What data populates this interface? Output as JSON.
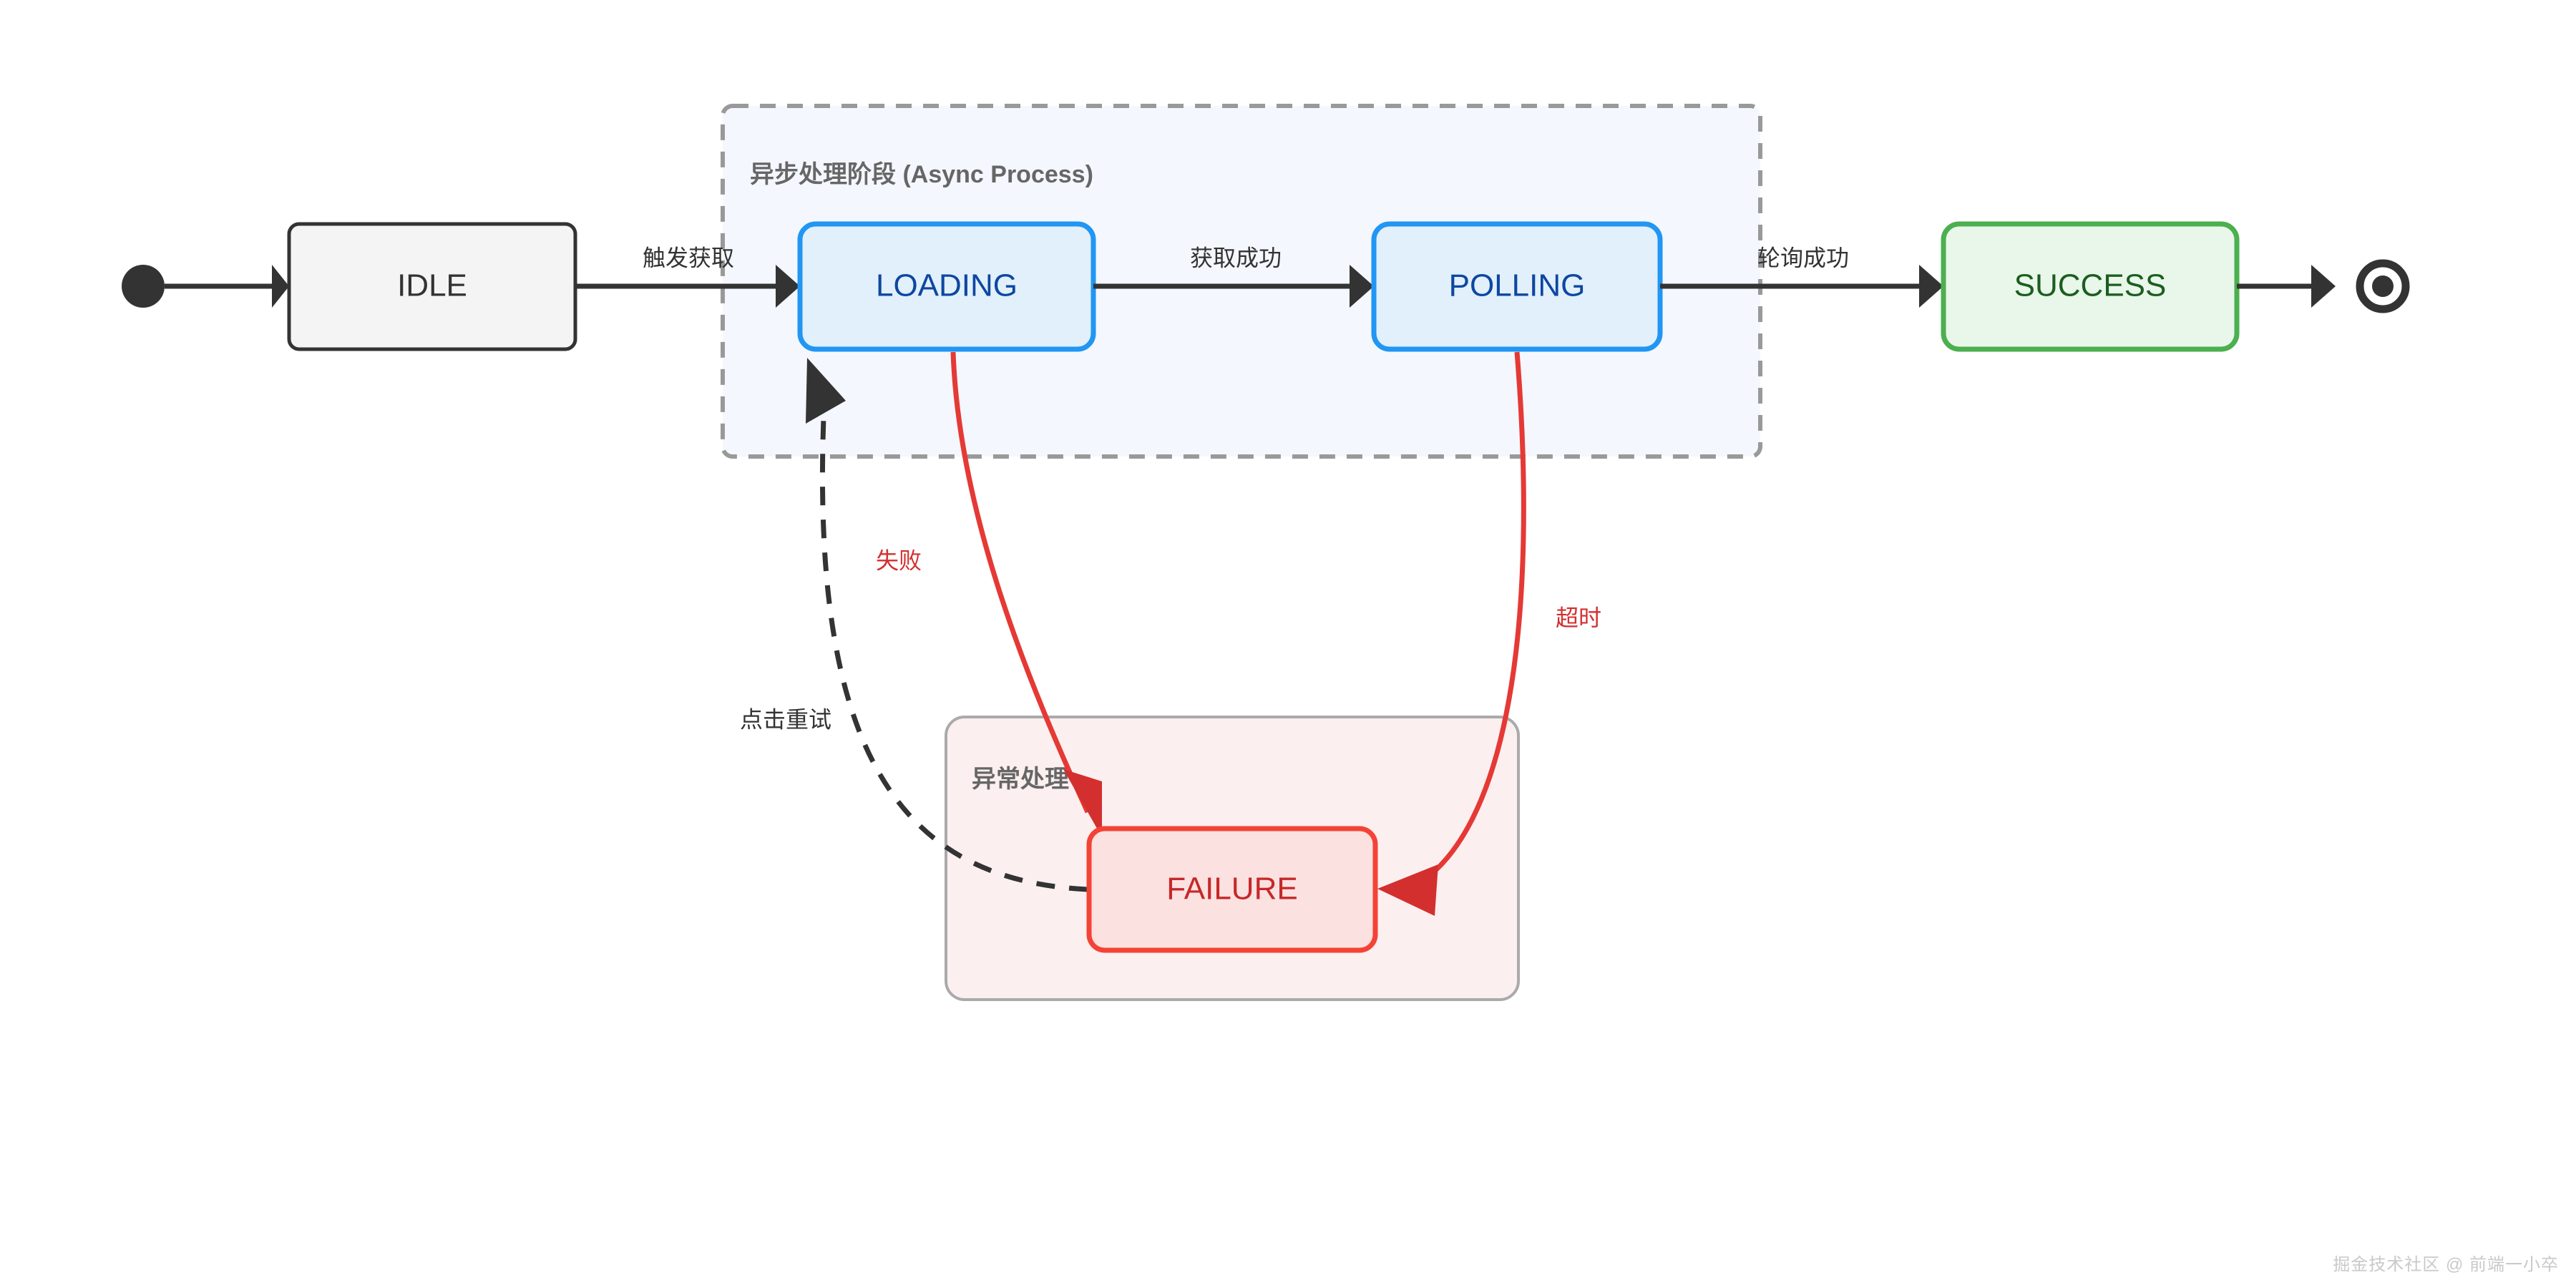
{
  "diagram": {
    "type": "state-machine-flowchart",
    "direction": "left-to-right",
    "background": "#ffffff",
    "watermark": "掘金技术社区 @ 前端一小卒"
  },
  "subgraphs": [
    {
      "id": "async",
      "title": "异步处理阶段 (Async Process)",
      "border_style": "dashed",
      "border_color": "#999999",
      "fill": "#F4F7FD",
      "contains": [
        "LOADING",
        "POLLING"
      ]
    },
    {
      "id": "error",
      "title": "异常处理",
      "border_style": "solid",
      "border_color": "#AAAAAA",
      "fill": "#FCEFEF",
      "contains": [
        "FAILURE"
      ]
    }
  ],
  "markers": {
    "start": "filled-circle",
    "end": "double-circle"
  },
  "nodes": [
    {
      "id": "IDLE",
      "label": "IDLE",
      "fill": "#F4F4F4",
      "stroke": "#333333",
      "text_color": "#333333"
    },
    {
      "id": "LOADING",
      "label": "LOADING",
      "fill": "#E1F0FB",
      "stroke": "#2196F3",
      "text_color": "#0D47A1"
    },
    {
      "id": "POLLING",
      "label": "POLLING",
      "fill": "#E1F0FB",
      "stroke": "#2196F3",
      "text_color": "#0D47A1"
    },
    {
      "id": "SUCCESS",
      "label": "SUCCESS",
      "fill": "#E9F6EA",
      "stroke": "#4CAF50",
      "text_color": "#1B5E20"
    },
    {
      "id": "FAILURE",
      "label": "FAILURE",
      "fill": "#FCE1E1",
      "stroke": "#F44336",
      "text_color": "#C62828"
    }
  ],
  "edges": [
    {
      "id": "start-idle",
      "from": "START",
      "to": "IDLE",
      "label": "",
      "style": "solid",
      "color": "#333333"
    },
    {
      "id": "idle-loading",
      "from": "IDLE",
      "to": "LOADING",
      "label": "触发获取",
      "style": "solid",
      "color": "#333333"
    },
    {
      "id": "loading-polling",
      "from": "LOADING",
      "to": "POLLING",
      "label": "获取成功",
      "style": "solid",
      "color": "#333333"
    },
    {
      "id": "polling-success",
      "from": "POLLING",
      "to": "SUCCESS",
      "label": "轮询成功",
      "style": "solid",
      "color": "#333333"
    },
    {
      "id": "success-end",
      "from": "SUCCESS",
      "to": "END",
      "label": "",
      "style": "solid",
      "color": "#333333"
    },
    {
      "id": "loading-failure",
      "from": "LOADING",
      "to": "FAILURE",
      "label": "失败",
      "style": "solid",
      "color": "#E53935"
    },
    {
      "id": "polling-failure",
      "from": "POLLING",
      "to": "FAILURE",
      "label": "超时",
      "style": "solid",
      "color": "#E53935"
    },
    {
      "id": "failure-loading",
      "from": "FAILURE",
      "to": "LOADING",
      "label": "点击重试",
      "style": "dashed",
      "color": "#333333"
    }
  ]
}
